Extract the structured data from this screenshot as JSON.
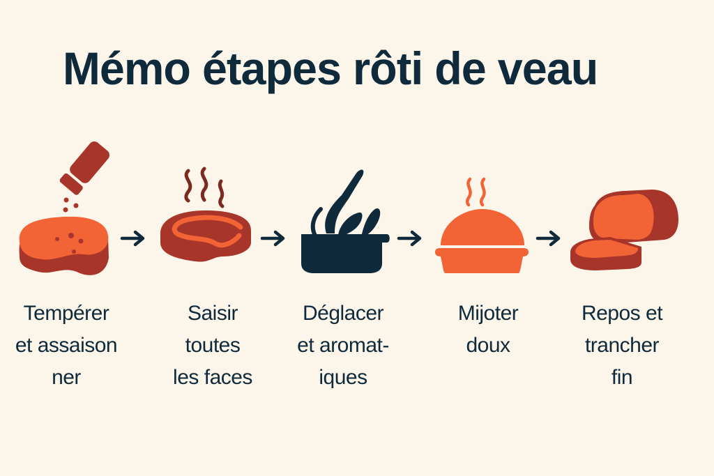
{
  "title": "Mémo étapes rôti de veau",
  "colors": {
    "background": "#fcf5ea",
    "text": "#0e2a3b",
    "orange": "#f26336",
    "dark_red": "#a8352a",
    "navy": "#0e2a3b"
  },
  "steps": [
    {
      "icon": "salt-shaker-meat-icon",
      "lines": [
        "Tempérer",
        "et assaison",
        "ner"
      ]
    },
    {
      "icon": "seared-steak-steam-icon",
      "lines": [
        "Saisir",
        "toutes",
        "les faces"
      ]
    },
    {
      "icon": "pot-with-utensils-icon",
      "lines": [
        "Déglacer",
        "et aromat-",
        "iques"
      ]
    },
    {
      "icon": "covered-dish-steam-icon",
      "lines": [
        "Mijoter",
        "doux"
      ]
    },
    {
      "icon": "sliced-roast-icon",
      "lines": [
        "Repos et",
        "trancher",
        "fin"
      ]
    }
  ],
  "arrows": [
    "arrow-right-icon",
    "arrow-right-icon",
    "arrow-right-icon",
    "arrow-right-icon"
  ]
}
